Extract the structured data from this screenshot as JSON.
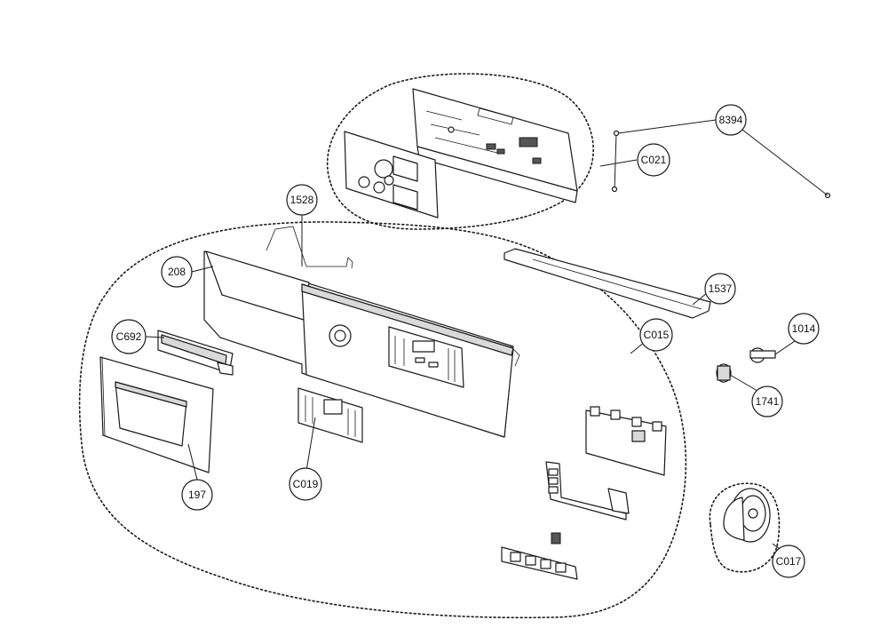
{
  "callouts": [
    {
      "id": "c8394",
      "label": "8394"
    },
    {
      "id": "cC021",
      "label": "C021"
    },
    {
      "id": "c1528",
      "label": "1528"
    },
    {
      "id": "c208",
      "label": "208"
    },
    {
      "id": "c1537",
      "label": "1537"
    },
    {
      "id": "cC692",
      "label": "C692"
    },
    {
      "id": "cC015",
      "label": "C015"
    },
    {
      "id": "c1014",
      "label": "1014"
    },
    {
      "id": "c1741",
      "label": "1741"
    },
    {
      "id": "c197",
      "label": "197"
    },
    {
      "id": "cC019",
      "label": "C019"
    },
    {
      "id": "cC017",
      "label": "C017"
    }
  ],
  "colors": {
    "line": "#1a1a1a",
    "panel_fill": "#d9d9d9",
    "background": "#ffffff"
  }
}
